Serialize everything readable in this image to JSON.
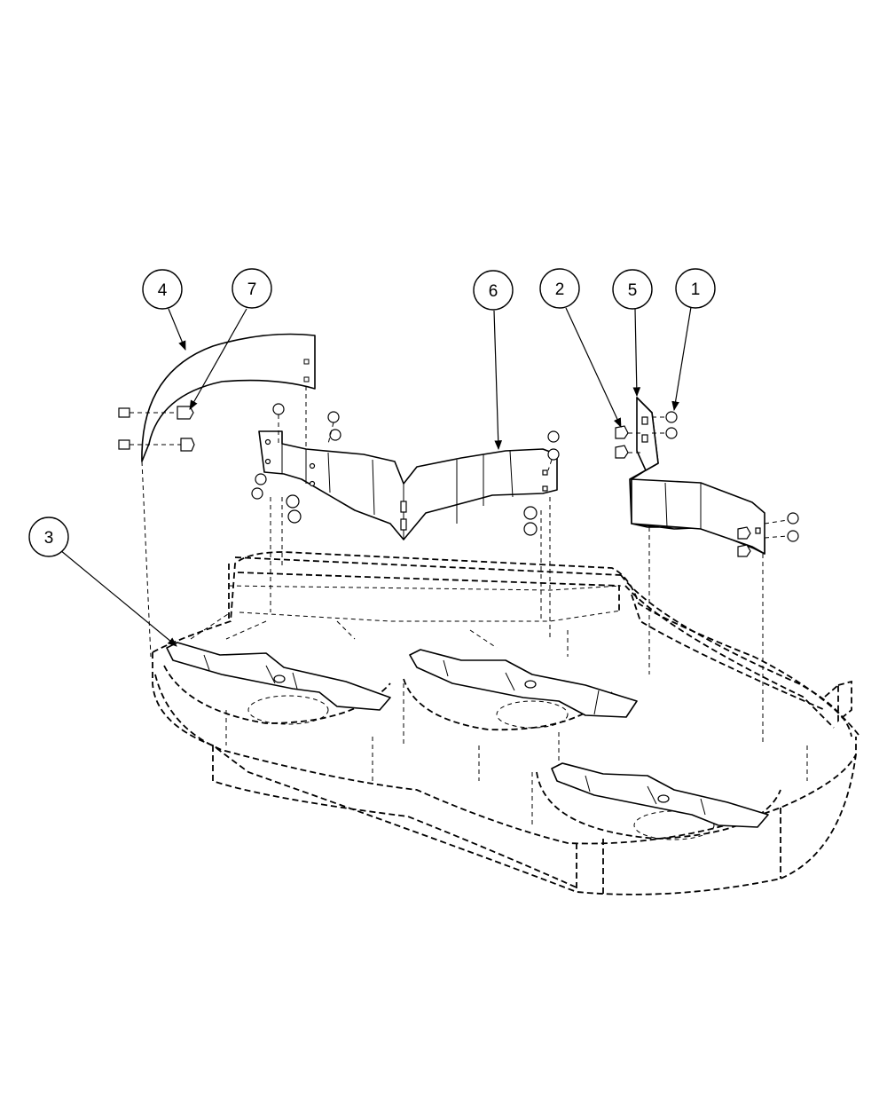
{
  "callouts": [
    {
      "id": "4",
      "label": "4"
    },
    {
      "id": "7",
      "label": "7"
    },
    {
      "id": "6",
      "label": "6"
    },
    {
      "id": "2",
      "label": "2"
    },
    {
      "id": "5",
      "label": "5"
    },
    {
      "id": "1",
      "label": "1"
    },
    {
      "id": "3",
      "label": "3"
    }
  ],
  "colors": {
    "line": "#000000",
    "background": "#ffffff"
  }
}
